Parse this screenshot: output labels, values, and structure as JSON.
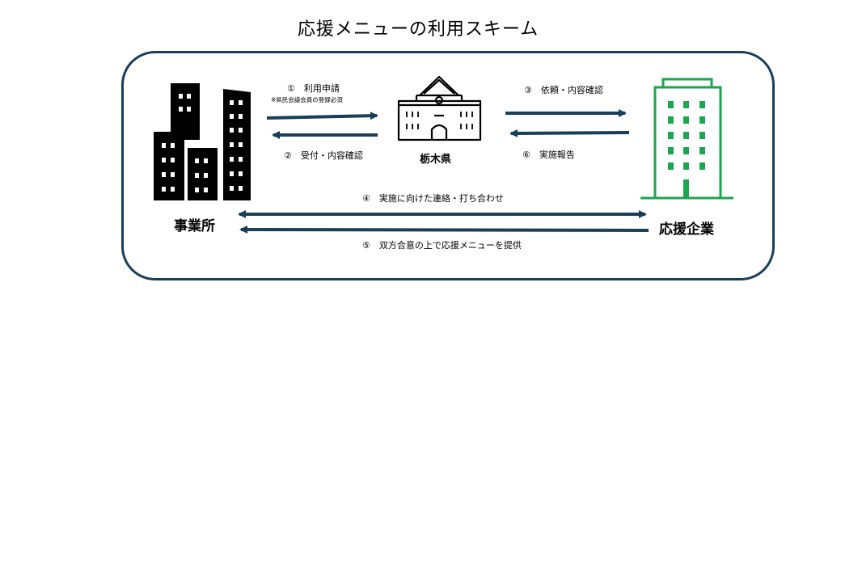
{
  "title": "応援メニューの利用スキーム",
  "actors": {
    "business": "事業所",
    "prefecture": "栃木県",
    "company": "応援企業"
  },
  "steps": {
    "s1": "①　利用申請",
    "s1_note": "※県民会議会員の登録必須",
    "s2": "②　受付・内容確認",
    "s3": "③　依頼・内容確認",
    "s4": "④　実施に向けた連絡・打ち合わせ",
    "s5": "⑤　双方合意の上で応援メニューを提供",
    "s6": "⑥　実施報告"
  },
  "icons": {
    "business": "city-buildings-icon",
    "prefecture": "government-building-icon",
    "company": "office-tower-icon"
  },
  "colors": {
    "frame": "#173f5a",
    "arrow": "#173f5a",
    "company_icon": "#1aa74e",
    "city_icon": "#000000"
  }
}
